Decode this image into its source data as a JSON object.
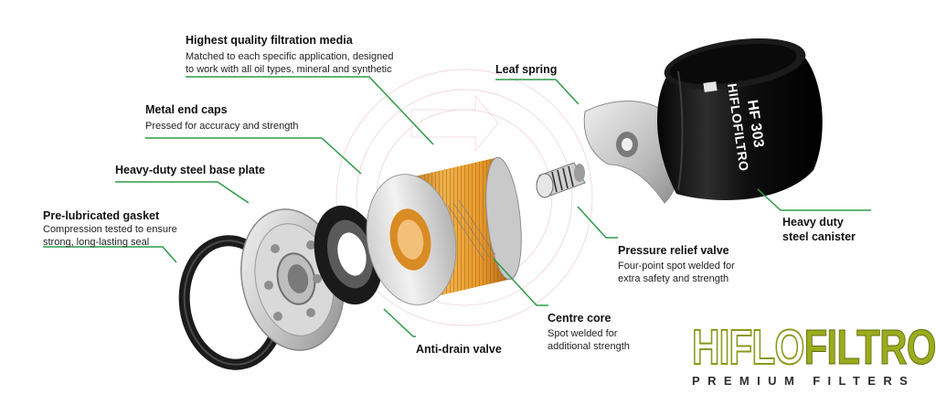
{
  "labels": {
    "media": {
      "title": "Highest quality filtration media",
      "desc": "Matched to each specific application, designed\nto work with all oil types, mineral and synthetic"
    },
    "caps": {
      "title": "Metal end caps",
      "desc": "Pressed for accuracy and strength"
    },
    "base": {
      "title": "Heavy-duty steel base plate"
    },
    "gasket": {
      "title": "Pre-lubricated gasket",
      "desc": "Compression tested to ensure\nstrong, long-lasting seal"
    },
    "spring": {
      "title": "Leaf spring"
    },
    "prv": {
      "title": "Pressure relief valve",
      "desc": "Four-point spot welded for\nextra safety and strength"
    },
    "core": {
      "title": "Centre core",
      "desc": "Spot welded for\nadditional strength"
    },
    "adv": {
      "title": "Anti-drain valve"
    },
    "canister": {
      "title": "Heavy duty\nsteel canister"
    }
  },
  "canister_print": {
    "brand": "HIFLOFILTRO",
    "model": "HF 303"
  },
  "logo": {
    "word1": "HIFLO",
    "word2": "FILTRO",
    "tagline": "PREMIUM FILTERS"
  },
  "colors": {
    "leader": "#2e9a48",
    "logo_green": "#9bab1d",
    "media_orange": "#e8a23a",
    "canister": "#111111"
  }
}
